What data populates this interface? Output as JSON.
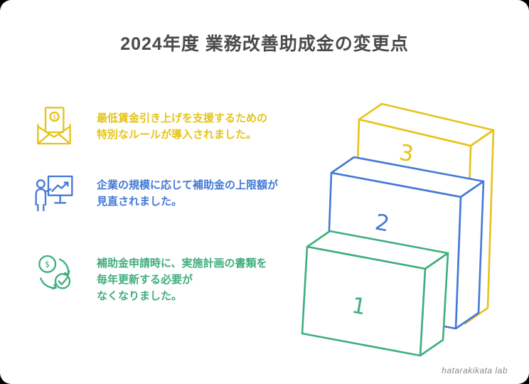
{
  "page": {
    "title": "2024年度 業務改善助成金の変更点",
    "footer_credit": "hatarakikata lab"
  },
  "colors": {
    "yellow": "#E6C319",
    "blue": "#4479D6",
    "green": "#3EAE7C",
    "title_gray": "#4a4a4a",
    "footer_gray": "#8a8a8a",
    "background": "#ffffff"
  },
  "items": [
    {
      "icon": "salary-envelope-icon",
      "color": "#E6C319",
      "lines": [
        "最低賃金引き上げを支援するための",
        "特別なルールが導入されました。"
      ]
    },
    {
      "icon": "subsidy-presentation-icon",
      "color": "#4479D6",
      "lines": [
        "企業の規模に応じて補助金の上限額が",
        "見直されました。"
      ]
    },
    {
      "icon": "money-renewal-check-icon",
      "color": "#3EAE7C",
      "lines": [
        "補助金申請時に、実施計画の書類を",
        "毎年更新する必要が",
        "なくなりました。"
      ]
    }
  ],
  "illustration": {
    "boxes": [
      {
        "label": "1",
        "color": "#3EAE7C"
      },
      {
        "label": "2",
        "color": "#4479D6"
      },
      {
        "label": "3",
        "color": "#E6C319"
      }
    ]
  }
}
